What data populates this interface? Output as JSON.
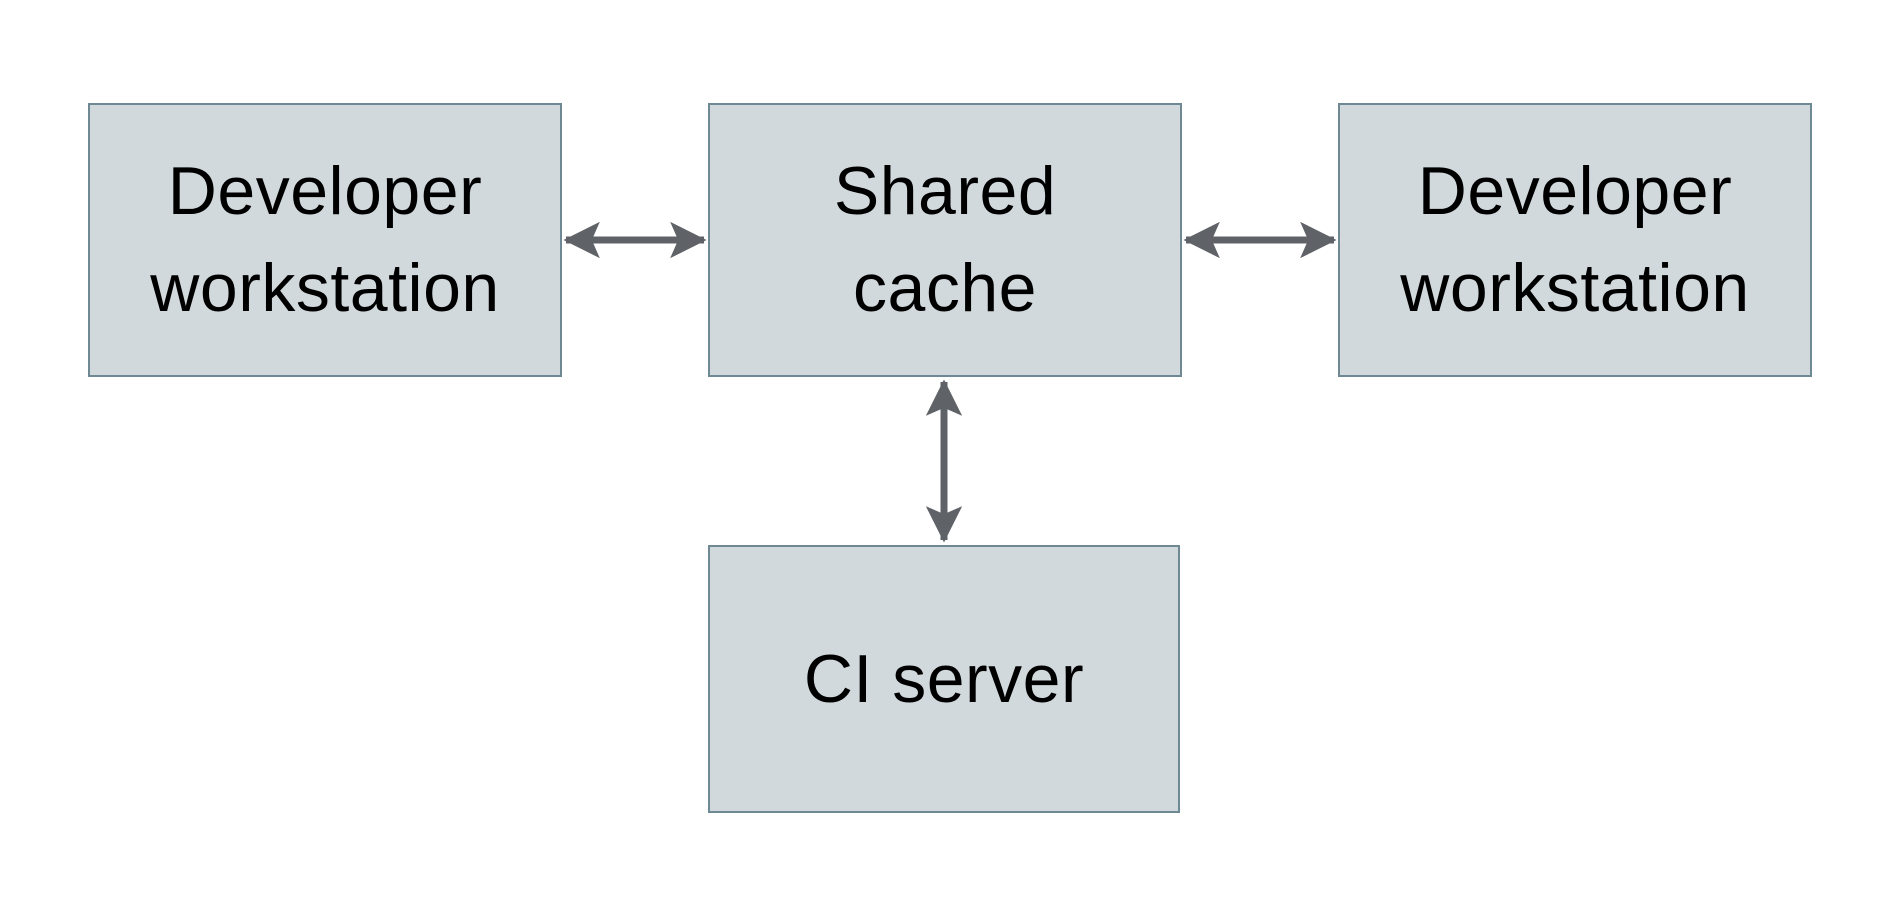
{
  "colors": {
    "background": "#ffffff",
    "node-fill": "#d2d9dc",
    "node-border": "#6e8894",
    "arrow": "#5f6368",
    "text": "#000000"
  },
  "nodes": {
    "left_workstation": {
      "label": "Developer workstation",
      "lines": [
        "Developer",
        "workstation"
      ]
    },
    "shared_cache": {
      "label": "Shared cache",
      "lines": [
        "Shared",
        "cache"
      ]
    },
    "right_workstation": {
      "label": "Developer workstation",
      "lines": [
        "Developer",
        "workstation"
      ]
    },
    "ci_server": {
      "label": "CI server",
      "lines": [
        "CI server"
      ]
    }
  },
  "edges": [
    {
      "from": "Developer workstation (left)",
      "to": "Shared cache",
      "style": "bidirectional-arrow"
    },
    {
      "from": "Shared cache",
      "to": "Developer workstation (right)",
      "style": "bidirectional-arrow"
    },
    {
      "from": "Shared cache",
      "to": "CI server",
      "style": "bidirectional-arrow"
    }
  ]
}
